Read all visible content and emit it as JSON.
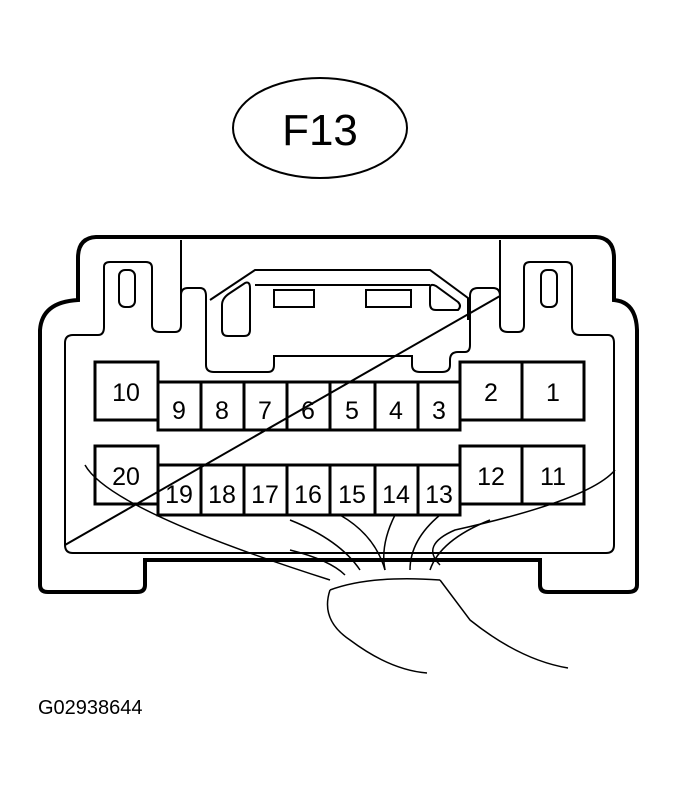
{
  "connector": {
    "label": "F13",
    "pin_count": 20,
    "top_row": [
      {
        "pin": "10"
      },
      {
        "pin": "9"
      },
      {
        "pin": "8"
      },
      {
        "pin": "7"
      },
      {
        "pin": "6"
      },
      {
        "pin": "5"
      },
      {
        "pin": "4"
      },
      {
        "pin": "3"
      },
      {
        "pin": "2"
      },
      {
        "pin": "1"
      }
    ],
    "bottom_row": [
      {
        "pin": "20"
      },
      {
        "pin": "19"
      },
      {
        "pin": "18"
      },
      {
        "pin": "17"
      },
      {
        "pin": "16"
      },
      {
        "pin": "15"
      },
      {
        "pin": "14"
      },
      {
        "pin": "13"
      },
      {
        "pin": "12"
      },
      {
        "pin": "11"
      }
    ]
  },
  "figure_code": "G02938644"
}
